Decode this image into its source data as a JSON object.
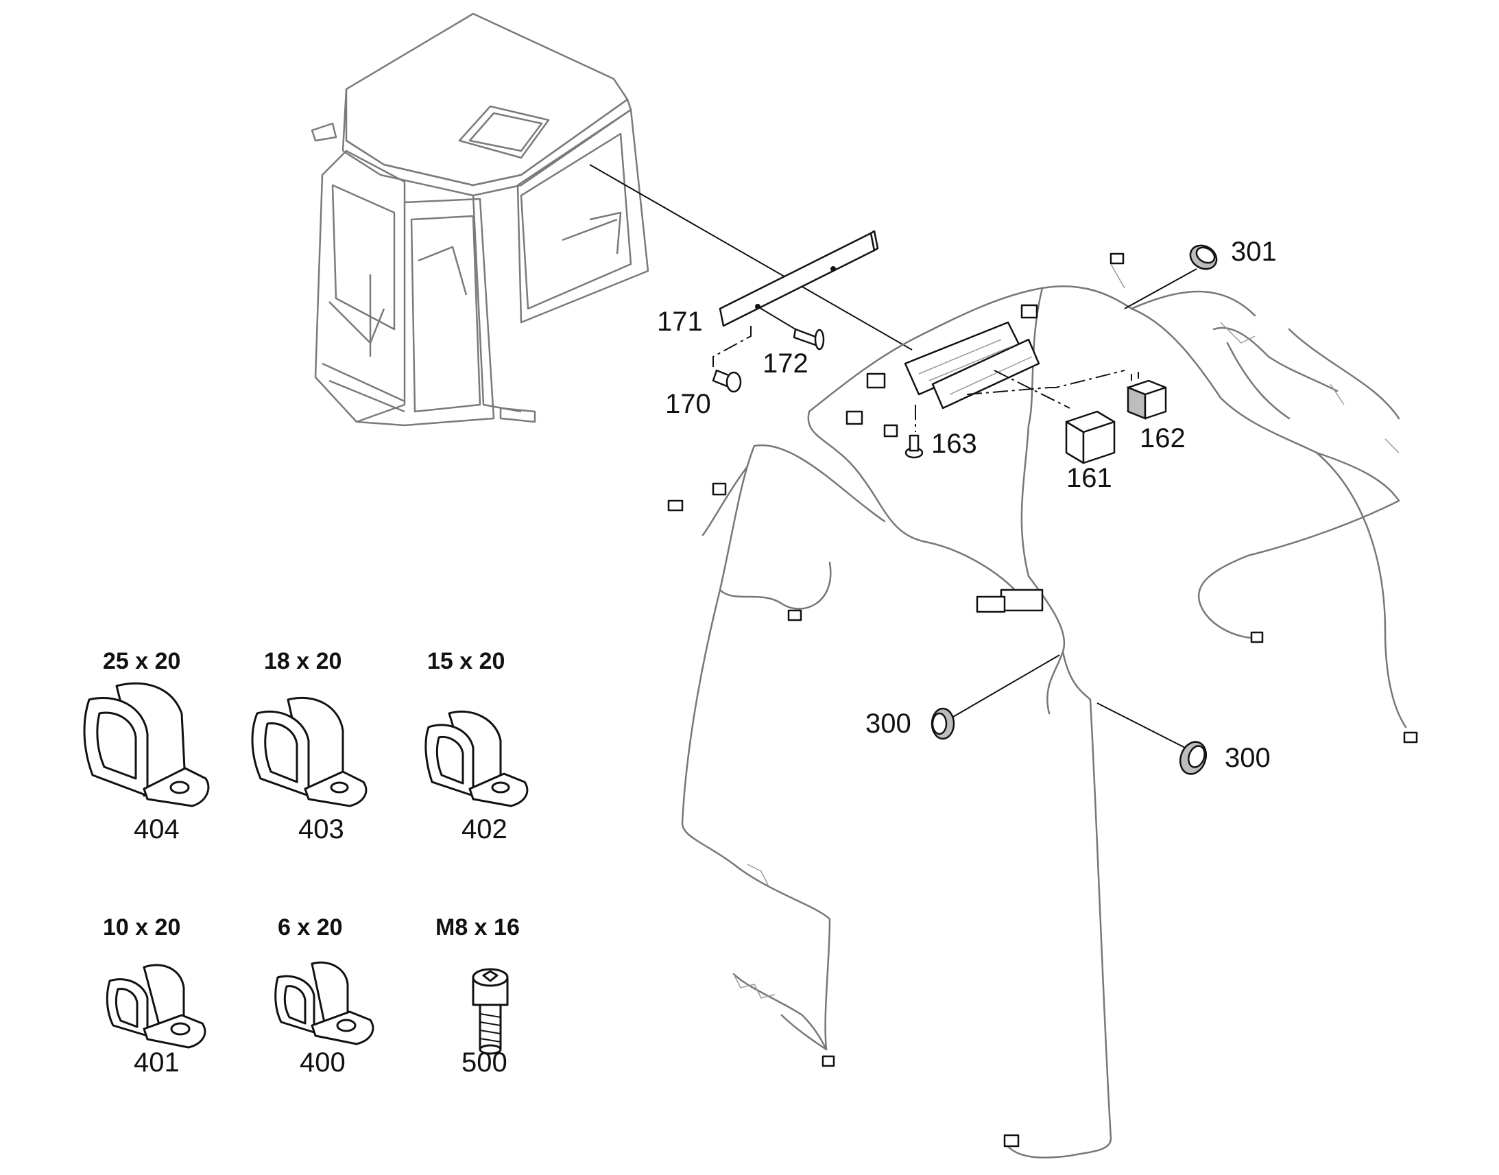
{
  "callouts": {
    "n161": "161",
    "n162": "162",
    "n163": "163",
    "n170": "170",
    "n171": "171",
    "n172": "172",
    "n300a": "300",
    "n300b": "300",
    "n301": "301",
    "n400": "400",
    "n401": "401",
    "n402": "402",
    "n403": "403",
    "n404": "404",
    "n500": "500"
  },
  "sizes": {
    "s404": "25 x 20",
    "s403": "18 x 20",
    "s402": "15 x 20",
    "s401": "10 x 20",
    "s400": "6 x 20",
    "s500": "M8 x 16"
  }
}
